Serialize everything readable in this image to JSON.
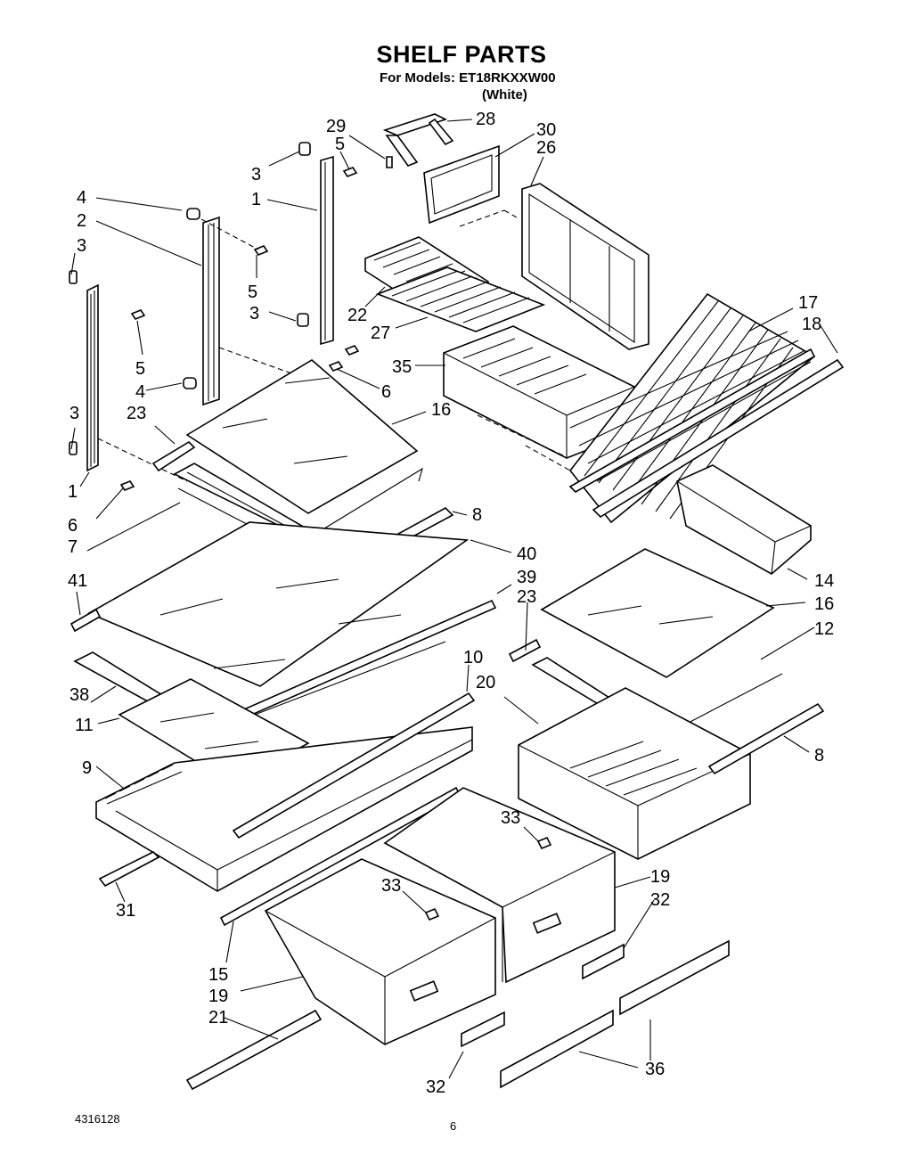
{
  "header": {
    "title": "SHELF PARTS",
    "models_line": "For Models: ET18RKXXW00",
    "color_line": "(White)"
  },
  "footer": {
    "document_number": "4316128",
    "page_number": "6"
  },
  "callouts": [
    "29",
    "28",
    "30",
    "26",
    "5",
    "3",
    "1",
    "4",
    "2",
    "3",
    "5",
    "3",
    "5",
    "4",
    "6",
    "22",
    "27",
    "35",
    "17",
    "18",
    "3",
    "23",
    "16",
    "1",
    "6",
    "7",
    "8",
    "40",
    "41",
    "39",
    "23",
    "16",
    "12",
    "14",
    "38",
    "11",
    "10",
    "20",
    "8",
    "9",
    "33",
    "33",
    "19",
    "32",
    "31",
    "15",
    "19",
    "21",
    "36",
    "32"
  ]
}
